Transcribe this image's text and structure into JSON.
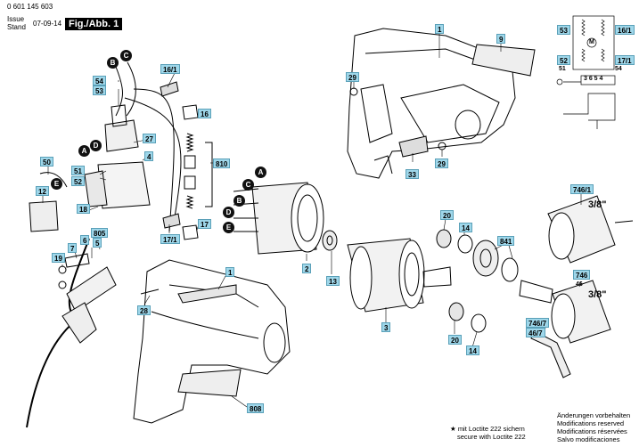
{
  "header": {
    "part_number": "0 601 145 603",
    "issue_label_de": "Issue",
    "issue_label_en": "Stand",
    "date": "07-09-14",
    "figure_label": "Fig./Abb. 1"
  },
  "callouts": {
    "c1_top": "1",
    "c1_bottom": "1",
    "c2": "2",
    "c3": "3",
    "c4": "4",
    "c5": "5",
    "c6": "6",
    "c7": "7",
    "c9": "9",
    "c12": "12",
    "c13": "13",
    "c14_top": "14",
    "c14_bottom": "14",
    "c16": "16",
    "c16_1": "16/1",
    "c17": "17",
    "c17_1": "17/1",
    "c18": "18",
    "c19": "19",
    "c20_top": "20",
    "c20_bottom": "20",
    "c27": "27",
    "c28": "28",
    "c29_left": "29",
    "c29_right": "29",
    "c33": "33",
    "c50": "50",
    "c51": "51",
    "c52": "52",
    "c53": "53",
    "c54": "54",
    "c746": "746",
    "c746_1": "746/1",
    "c746_46": "46",
    "c746_7": "746/7",
    "c46_7": "46/7",
    "c805": "805",
    "c808": "808",
    "c810": "810",
    "c841": "841"
  },
  "bubbles": {
    "A": "A",
    "B": "B",
    "C": "C",
    "D": "D",
    "E": "E"
  },
  "chuck_sizes": {
    "top": "3/8\"",
    "bottom": "3/8\""
  },
  "wiring": {
    "l53": "53",
    "l16_1": "16/1",
    "l52": "52",
    "l51": "51",
    "l17_1": "17/1",
    "l54": "54",
    "terminals": "3 6 5 4",
    "motor": "M"
  },
  "footer": {
    "loctite_de": "mit Loctite 222 sichern",
    "loctite_en": "secure with Loctite 222",
    "changes_de": "Änderungen vorbehalten",
    "changes_en": "Modifications reserved",
    "changes_fr": "Modifications réservées",
    "changes_es": "Salvo modificaciones"
  },
  "colors": {
    "callout_fill": "#9fd7ea",
    "bubble_fill": "#111111",
    "line": "#000000"
  }
}
